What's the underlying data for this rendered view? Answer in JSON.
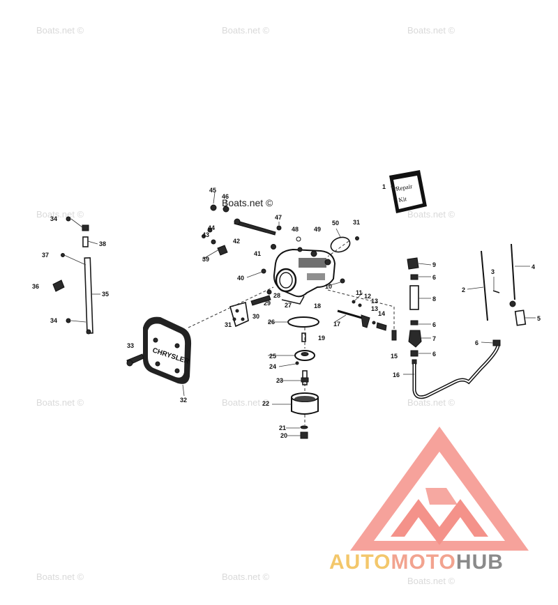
{
  "watermark_text": "Boats.net ©",
  "kit_box_text": [
    "Repair",
    "Kit"
  ],
  "air_silencer_text": "CHRYSLER",
  "brand": {
    "part1": "AUTO",
    "part2": "MOTO",
    "part3": "HUB",
    "colors": {
      "auto": "#f3c76b",
      "moto": "#f2a38f",
      "hub": "#8a8a8a",
      "logo": "#f4928a"
    }
  },
  "callouts": {
    "c1": "1",
    "c2": "2",
    "c3": "3",
    "c4": "4",
    "c5": "5",
    "c6a": "6",
    "c6b": "6",
    "c6c": "6",
    "c6d": "6",
    "c7": "7",
    "c8": "8",
    "c9": "9",
    "c10": "10",
    "c11": "11",
    "c12": "12",
    "c13a": "13",
    "c13b": "13",
    "c14": "14",
    "c15": "15",
    "c16": "16",
    "c17": "17",
    "c18": "18",
    "c19": "19",
    "c20": "20",
    "c21": "21",
    "c22": "22",
    "c23": "23",
    "c24": "24",
    "c25": "25",
    "c26": "26",
    "c27": "27",
    "c28": "28",
    "c29": "29",
    "c30": "30",
    "c31a": "31",
    "c31b": "31",
    "c32": "32",
    "c33": "33",
    "c34a": "34",
    "c34b": "34",
    "c35": "35",
    "c36": "36",
    "c37": "37",
    "c38": "38",
    "c39": "39",
    "c40": "40",
    "c41": "41",
    "c42": "42",
    "c43": "43",
    "c44": "44",
    "c45": "45",
    "c46": "46",
    "c47": "47",
    "c48": "48",
    "c49": "49",
    "c50": "50"
  }
}
